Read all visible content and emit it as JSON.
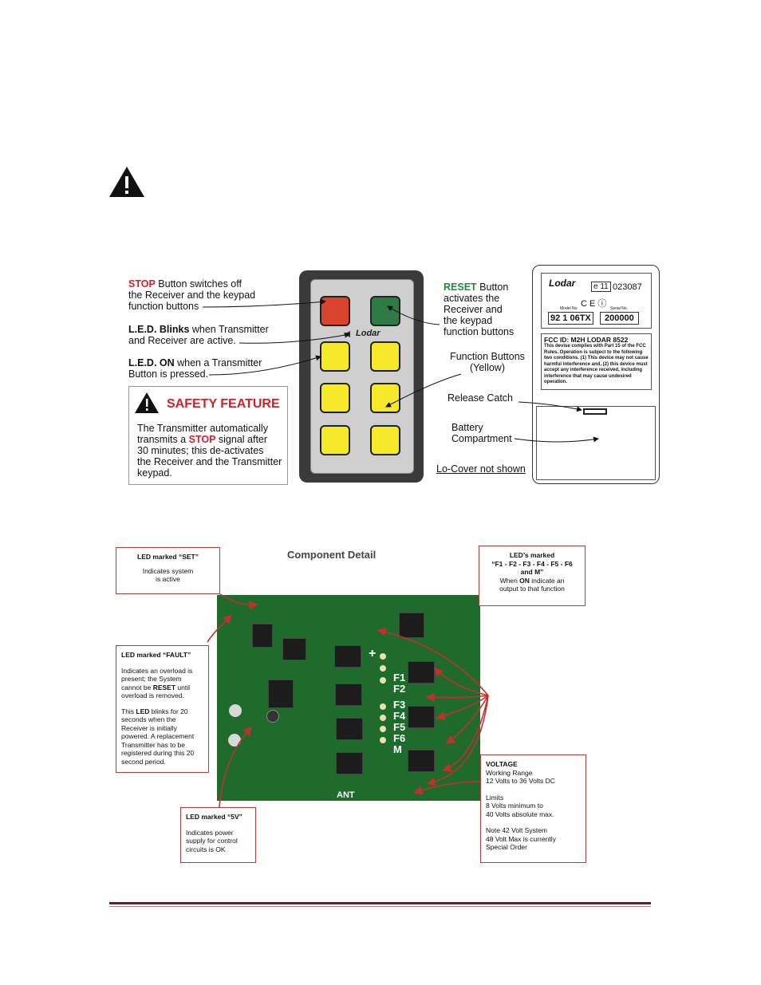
{
  "transmitter": {
    "stop_word": "STOP",
    "stop_rest_1": " Button switches off",
    "stop_line_2": "the Receiver and the keypad",
    "stop_line_3": "function buttons",
    "led_blink_bold": "L.E.D.  Blinks",
    "led_blink_rest": " when Transmitter",
    "led_blink_line_2": "and Receiver are active.",
    "led_on_bold": "L.E.D. ON",
    "led_on_rest": " when a Transmitter",
    "led_on_line_2": "Button is pressed.",
    "reset_word": "RESET",
    "reset_rest": " Button",
    "reset_line_2": "activates the",
    "reset_line_3": "Receiver and",
    "reset_line_4": "the keypad",
    "reset_line_5": "function buttons",
    "function_line_1": "Function Buttons",
    "function_line_2": "(Yellow)",
    "release_catch": "Release Catch",
    "battery_line_1": "Battery",
    "battery_line_2": "Compartment",
    "lo_cover": "Lo-Cover not shown",
    "safety": {
      "title": "SAFETY FEATURE",
      "line_1": "The Transmitter automatically",
      "line_2_pre": "transmits a ",
      "line_2_stop": "STOP",
      "line_2_post": " signal after",
      "line_3": "30 minutes; this de-activates",
      "line_4": "the Receiver and the Transmitter",
      "line_5": "keypad."
    },
    "back_label": {
      "brand": "Lodar",
      "e_mark": "e 11",
      "e_number": "023087",
      "ce_mark": "C E ⓘ",
      "model_caption": "Model No.",
      "serial_caption": "Serial No.",
      "model_no": "92 1 06TX",
      "serial_no": "200000",
      "fcc_id": "FCC ID: M2H LODAR 8522",
      "fcc_text": "This devise complies with Part 15 of the FCC Rules. Operation is subject to the following two conditions. (1) This device may not cause harmful interference and, (2) this device must accept any interference received, including interference that may cause undesired operation."
    }
  },
  "component": {
    "title": "Component Detail",
    "set_box": {
      "title": "LED marked “SET”",
      "line_1": "Indicates system",
      "line_2": "is active"
    },
    "fault_box": {
      "title": "LED marked “FAULT”",
      "p1_l1": "Indicates an overload is",
      "p1_l2": "present; the System",
      "p1_l3_pre": "cannot be ",
      "p1_l3_bold": "RESET",
      "p1_l3_post": " until",
      "p1_l4": "overload is removed.",
      "p2_l1_pre": "This ",
      "p2_l1_bold": "LED",
      "p2_l1_post": " blinks for 20",
      "p2_l2": "seconds when the",
      "p2_l3": "Receiver is initially",
      "p2_l4": "powered. A replacement",
      "p2_l5": "Transmitter has to be",
      "p2_l6": "registered during this 20",
      "p2_l7": "second period."
    },
    "fivev_box": {
      "title": "LED marked “5V”",
      "line_1": "Indicates power",
      "line_2": "supply for control",
      "line_3": "circuits is OK"
    },
    "leds_box": {
      "title_1": "LED’s marked",
      "title_2": "“F1 - F2 - F3 - F4 - F5 - F6",
      "title_3": "and M”",
      "line_1_pre": "When ",
      "line_1_bold": "ON",
      "line_1_post": " indicate an",
      "line_2": "output to that function"
    },
    "voltage_box": {
      "title": "VOLTAGE",
      "l1": "Working Range",
      "l2": "12 Volts to 36 Volts DC",
      "l3": "Limits",
      "l4": "8 Volts minimum to",
      "l5": "40 Volts absolute max.",
      "l6": "Note 42 Volt System",
      "l7": "48 Volt Max is currently",
      "l8": "Special Order"
    },
    "pcb_labels": [
      "F1",
      "F2",
      "F3",
      "F4",
      "F5",
      "F6",
      "M"
    ],
    "pcb_ant": "ANT",
    "pcb_plus": "+"
  }
}
